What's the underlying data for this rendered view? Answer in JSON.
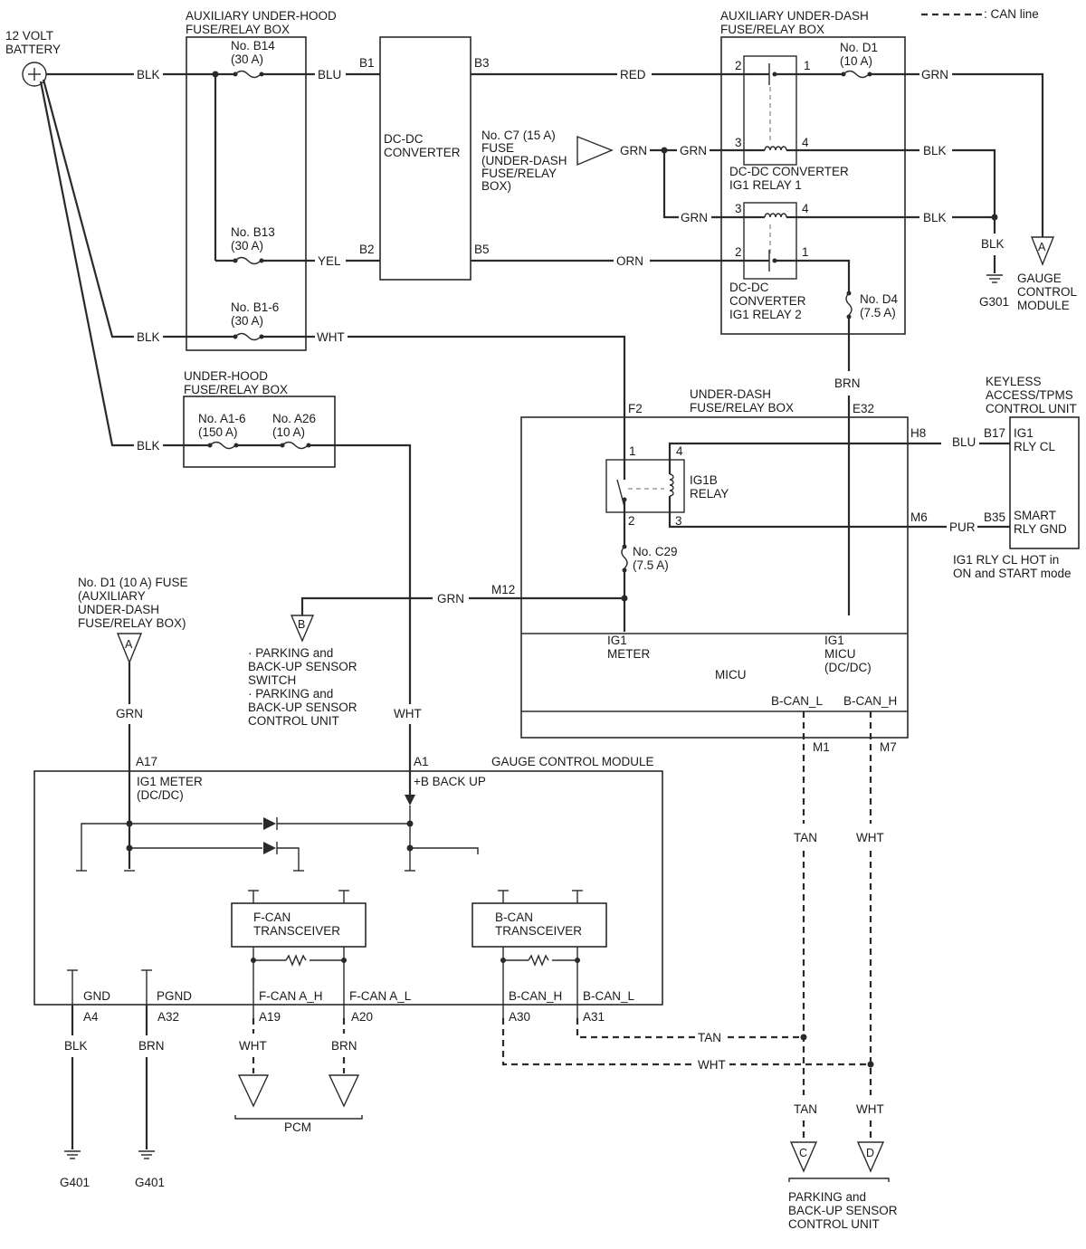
{
  "legend": {
    "can_line": ": CAN line"
  },
  "battery": [
    "12 VOLT",
    "BATTERY"
  ],
  "aux_underhood_box": [
    "AUXILIARY UNDER-HOOD",
    "FUSE/RELAY BOX"
  ],
  "aux_underdash_box": [
    "AUXILIARY UNDER-DASH",
    "FUSE/RELAY BOX"
  ],
  "underhood_box": [
    "UNDER-HOOD",
    "FUSE/RELAY BOX"
  ],
  "underdash_box": [
    "UNDER-DASH",
    "FUSE/RELAY BOX"
  ],
  "keyless_unit": [
    "KEYLESS",
    "ACCESS/TPMS",
    "CONTROL UNIT"
  ],
  "keyless_note": [
    "IG1 RLY CL HOT in",
    "ON and START mode"
  ],
  "dcdc_converter": [
    "DC-DC",
    "CONVERTER"
  ],
  "relay1": [
    "DC-DC CONVERTER",
    "IG1 RELAY 1"
  ],
  "relay2": [
    "DC-DC",
    "CONVERTER",
    "IG1 RELAY 2"
  ],
  "ig1b_relay": [
    "IG1B",
    "RELAY"
  ],
  "c7_note": [
    "No. C7 (15 A)",
    "FUSE",
    "(UNDER-DASH",
    "FUSE/RELAY",
    "BOX)"
  ],
  "d1_note": [
    "No. D1 (10 A) FUSE",
    "(AUXILIARY",
    "UNDER-DASH",
    "FUSE/RELAY BOX)"
  ],
  "gauge_connector_label": [
    "GAUGE",
    "CONTROL",
    "MODULE"
  ],
  "parking_b_label": [
    "· PARKING and",
    "BACK-UP SENSOR",
    "SWITCH",
    "· PARKING and",
    "BACK-UP SENSOR",
    "CONTROL UNIT"
  ],
  "parking_cd_label": [
    "PARKING and",
    "BACK-UP SENSOR",
    "CONTROL UNIT"
  ],
  "gauge_module_title": "GAUGE CONTROL MODULE",
  "micu": {
    "name": "MICU",
    "ig1_meter": [
      "IG1",
      "METER"
    ],
    "ig1_micu": [
      "IG1",
      "MICU",
      "(DC/DC)"
    ],
    "bcan_l": "B-CAN_L",
    "bcan_h": "B-CAN_H"
  },
  "gauge_pins": {
    "ig1_meter": [
      "IG1 METER",
      "(DC/DC)"
    ],
    "backup": "+B BACK UP",
    "gnd": "GND",
    "pgnd": "PGND",
    "fcan_h": "F-CAN A_H",
    "fcan_l": "F-CAN A_L",
    "bcan_h": "B-CAN_H",
    "bcan_l": "B-CAN_L"
  },
  "f_can_transceiver": [
    "F-CAN",
    "TRANSCEIVER"
  ],
  "b_can_transceiver": [
    "B-CAN",
    "TRANSCEIVER"
  ],
  "fuses": {
    "b14": [
      "No. B14",
      "(30 A)"
    ],
    "b13": [
      "No. B13",
      "(30 A)"
    ],
    "b16": [
      "No. B1-6",
      "(30 A)"
    ],
    "a16": [
      "No. A1-6",
      "(150 A)"
    ],
    "a26": [
      "No. A26",
      "(10 A)"
    ],
    "d1": [
      "No. D1",
      "(10 A)"
    ],
    "d4": [
      "No. D4",
      "(7.5 A)"
    ],
    "c29": [
      "No. C29",
      "(7.5 A)"
    ]
  },
  "wires": {
    "blk": "BLK",
    "blu": "BLU",
    "yel": "YEL",
    "wht": "WHT",
    "red": "RED",
    "orn": "ORN",
    "grn": "GRN",
    "brn": "BRN",
    "pur": "PUR",
    "tan": "TAN"
  },
  "terminals": {
    "b1": "B1",
    "b2": "B2",
    "b3": "B3",
    "b5": "B5",
    "f2": "F2",
    "e32": "E32",
    "h8": "H8",
    "m6": "M6",
    "m12": "M12",
    "b17": "B17",
    "b35": "B35",
    "m1": "M1",
    "m7": "M7",
    "a17": "A17",
    "a1": "A1",
    "a4": "A4",
    "a32": "A32",
    "a19": "A19",
    "a20": "A20",
    "a30": "A30",
    "a31": "A31",
    "p1": "1",
    "p2": "2",
    "p3": "3",
    "p4": "4"
  },
  "keyless_pins": {
    "ig1": "IG1",
    "rlycl": "RLY CL",
    "smart": "SMART",
    "rlygnd": "RLY GND"
  },
  "connectors": {
    "a": "A",
    "b": "B",
    "c": "C",
    "d": "D"
  },
  "grounds": {
    "g301": "G301",
    "g401": "G401"
  },
  "pcm": "PCM"
}
